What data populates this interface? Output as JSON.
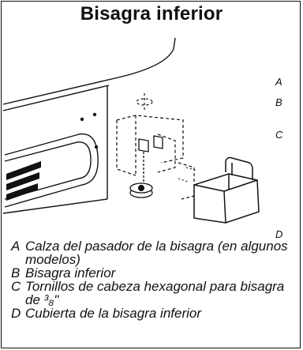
{
  "title": "Bisagra inferior",
  "callouts": [
    "A",
    "B",
    "C",
    "D"
  ],
  "legend": [
    {
      "letter": "A",
      "text": "Calza del pasador de la bisagra (en algunos modelos)"
    },
    {
      "letter": "B",
      "text": "Bisagra inferior"
    },
    {
      "letter": "C",
      "text": "Tornillos de cabeza hexagonal para bisagra de ³₈\""
    },
    {
      "letter": "D",
      "text": "Cubierta de la bisagra inferior"
    }
  ]
}
